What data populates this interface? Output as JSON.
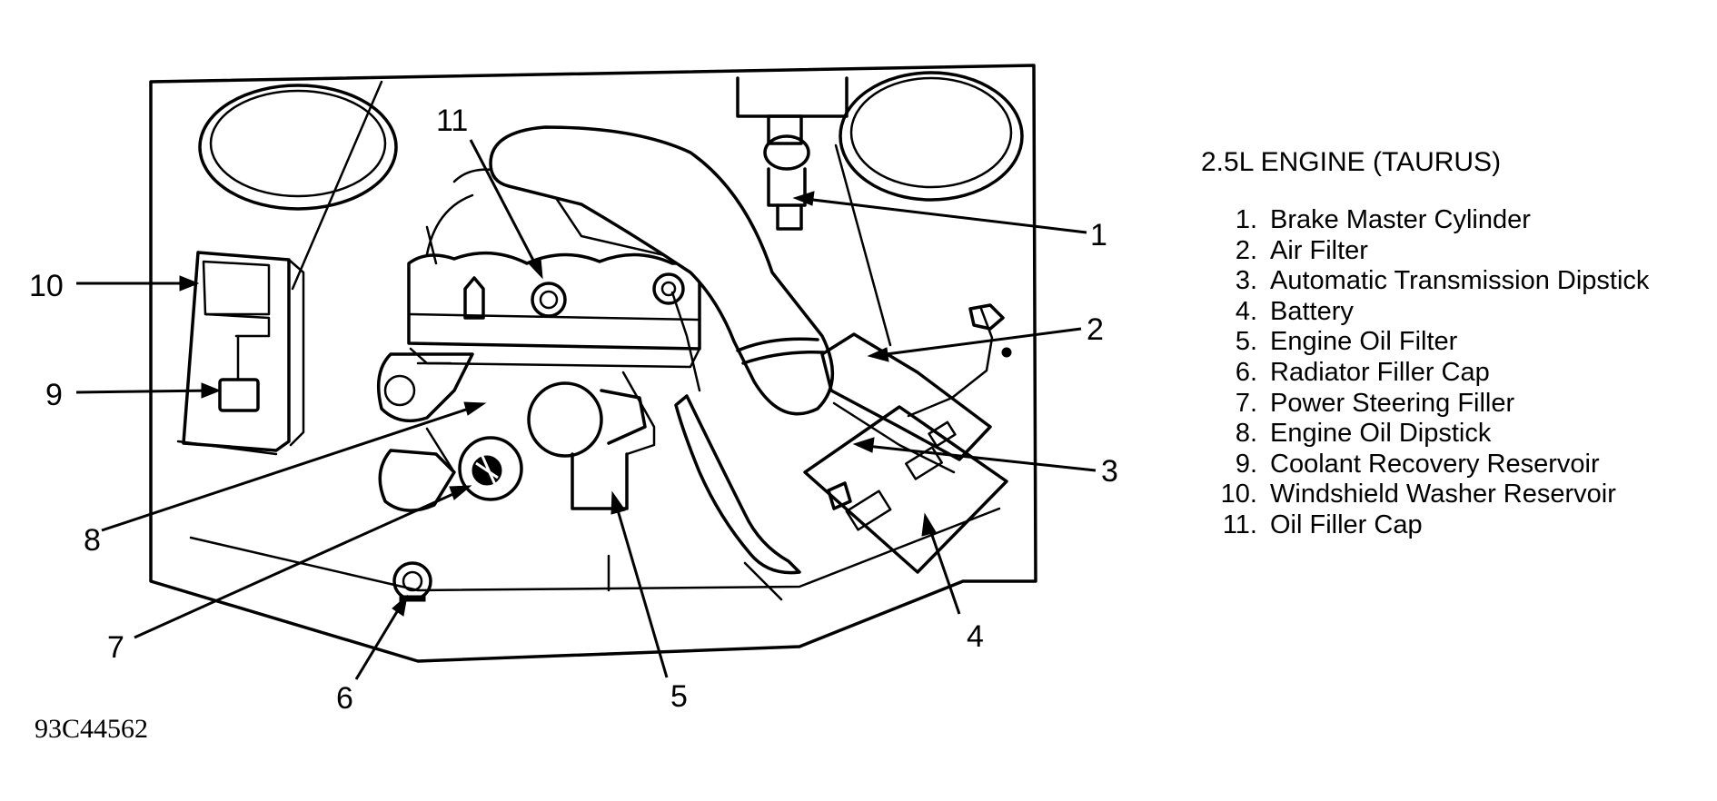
{
  "title": "2.5L ENGINE (TAURUS)",
  "figure_code": "93C44562",
  "legend": [
    {
      "number": "1.",
      "label": "Brake Master Cylinder"
    },
    {
      "number": "2.",
      "label": "Air Filter"
    },
    {
      "number": "3.",
      "label": "Automatic Transmission Dipstick"
    },
    {
      "number": "4.",
      "label": "Battery"
    },
    {
      "number": "5.",
      "label": "Engine Oil Filter"
    },
    {
      "number": "6.",
      "label": "Radiator Filler Cap"
    },
    {
      "number": "7.",
      "label": "Power Steering Filler"
    },
    {
      "number": "8.",
      "label": "Engine Oil Dipstick"
    },
    {
      "number": "9.",
      "label": "Coolant Recovery Reservoir"
    },
    {
      "number": "10.",
      "label": "Windshield Washer Reservoir"
    },
    {
      "number": "11.",
      "label": "Oil Filler Cap"
    }
  ],
  "callouts": [
    "1",
    "2",
    "3",
    "4",
    "5",
    "6",
    "7",
    "8",
    "9",
    "10",
    "11"
  ]
}
